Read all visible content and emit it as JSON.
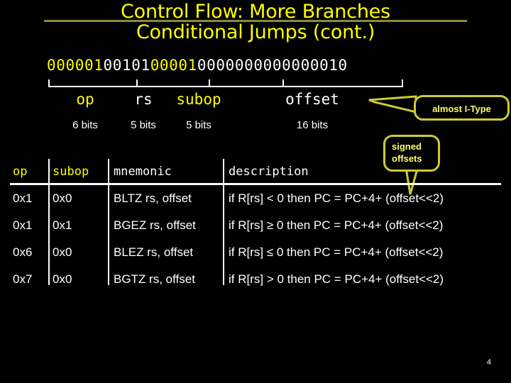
{
  "slide": {
    "title_line_1": "Control Flow: More Branches",
    "title_line_2": "Conditional Jumps (cont.)",
    "page_number": "4",
    "colors": {
      "background": "#000000",
      "accent_yellow": "#ffff00",
      "rule_olive": "#8a8a3a",
      "callout_border": "#cccc33",
      "callout_text": "#ffff66",
      "text_white": "#ffffff"
    }
  },
  "instruction": {
    "bits_full": "00000100101000010000000000000010",
    "segments": [
      {
        "name": "op",
        "bits": "000001",
        "label": "op",
        "width": "6 bits",
        "color": "#ffff00"
      },
      {
        "name": "rs",
        "bits": "00101",
        "label": "rs",
        "width": "5 bits",
        "color": "#ffffff"
      },
      {
        "name": "subop",
        "bits": "00001",
        "label": "subop",
        "width": "5 bits",
        "color": "#ffff00"
      },
      {
        "name": "offset",
        "bits": "0000000000000010",
        "label": "offset",
        "width": "16 bits",
        "color": "#ffffff"
      }
    ]
  },
  "callouts": [
    {
      "name": "almost-i-type",
      "text": "almost I-Type",
      "points": "left"
    },
    {
      "name": "signed-offsets",
      "line_1": "signed",
      "line_2": "offsets",
      "points": "down-left"
    }
  ],
  "table": {
    "headers": [
      "op",
      "subop",
      "mnemonic",
      "description"
    ],
    "rows": [
      {
        "op": "0x1",
        "subop": "0x0",
        "mnemonic": "BLTZ rs, offset",
        "description": "if R[rs] < 0 then PC = PC+4+ (offset<<2)"
      },
      {
        "op": "0x1",
        "subop": "0x1",
        "mnemonic": "BGEZ rs, offset",
        "description": "if R[rs] ≥ 0 then PC = PC+4+ (offset<<2)"
      },
      {
        "op": "0x6",
        "subop": "0x0",
        "mnemonic": "BLEZ rs, offset",
        "description": "if R[rs] ≤ 0 then PC = PC+4+ (offset<<2)"
      },
      {
        "op": "0x7",
        "subop": "0x0",
        "mnemonic": "BGTZ rs, offset",
        "description": "if R[rs] > 0 then PC = PC+4+ (offset<<2)"
      }
    ]
  }
}
